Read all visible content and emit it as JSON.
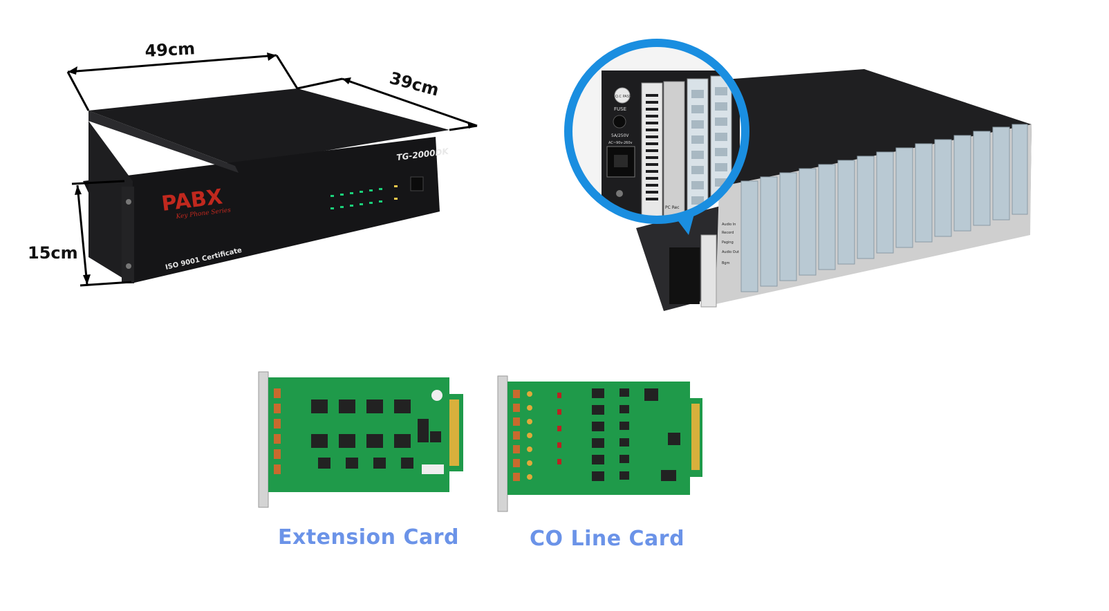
{
  "dimensions": {
    "width": "49cm",
    "depth": "39cm",
    "height": "15cm"
  },
  "front_unit": {
    "brand": "PABX",
    "tagline": "Key Phone Series",
    "model": "TG-2000DK",
    "certificate": "ISO 9001 Certificate"
  },
  "rear_detail": {
    "qc_badge": "Q.C PASS",
    "fuse_label": "FUSE",
    "fuse_rating": "5A/250V",
    "voltage": "AC~90v-260v",
    "pc_rec_label": "PC Rec",
    "audio_labels": [
      "Audio In",
      "Record",
      "Paging",
      "Audio Out",
      "Bgm"
    ]
  },
  "cards": [
    {
      "caption": "Extension Card"
    },
    {
      "caption": "CO Line Card"
    }
  ],
  "colors": {
    "caption": "#6b93e8",
    "magnifier": "#1a8ee0",
    "pcb": "#1f9a4a",
    "brand_red": "#c0281e"
  }
}
